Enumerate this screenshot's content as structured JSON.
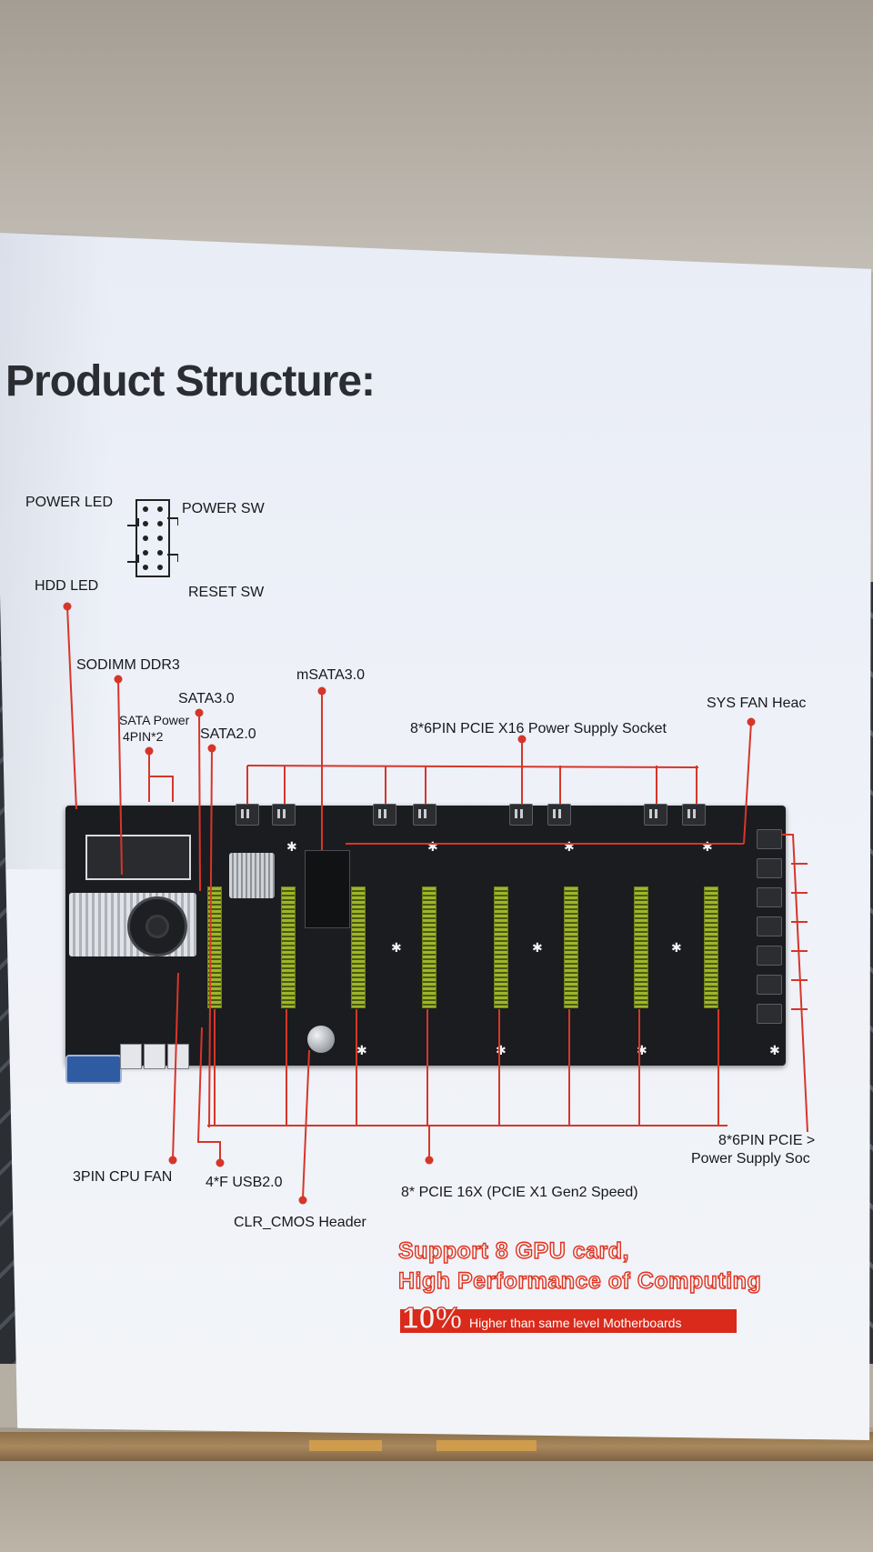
{
  "title": "Product Structure:",
  "labels": {
    "power_led": "POWER LED",
    "power_sw": "POWER SW",
    "hdd_led": "HDD  LED",
    "reset_sw": "RESET SW",
    "sodimm": "SODIMM DDR3",
    "msata": "mSATA3.0",
    "sata3": "SATA3.0",
    "sata_power_1": "SATA Power",
    "sata_power_2": "4PIN*2",
    "sata2": "SATA2.0",
    "pcie_power_top": "8*6PIN PCIE X16 Power Supply Socket",
    "sys_fan": "SYS FAN Heac",
    "cpu_fan": "3PIN CPU FAN",
    "usb": "4*F USB2.0",
    "clr_cmos": "CLR_CMOS Header",
    "pcie_slots": "8* PCIE 16X (PCIE X1 Gen2 Speed)",
    "pcie_power_right_1": "8*6PIN PCIE >",
    "pcie_power_right_2": "Power Supply Soc"
  },
  "promo": {
    "line1": "Support 8 GPU card,",
    "line2": "High Performance of Computing",
    "percent": "10%",
    "subtext": "Higher than same level Motherboards"
  },
  "colors": {
    "leader_line": "#d6362a",
    "promo_red": "#d92a1b",
    "pcie_slot": "#9fb52b",
    "board": "#1b1c1f",
    "paper": "#eef1f8",
    "cardboard": "#b5afa6"
  }
}
